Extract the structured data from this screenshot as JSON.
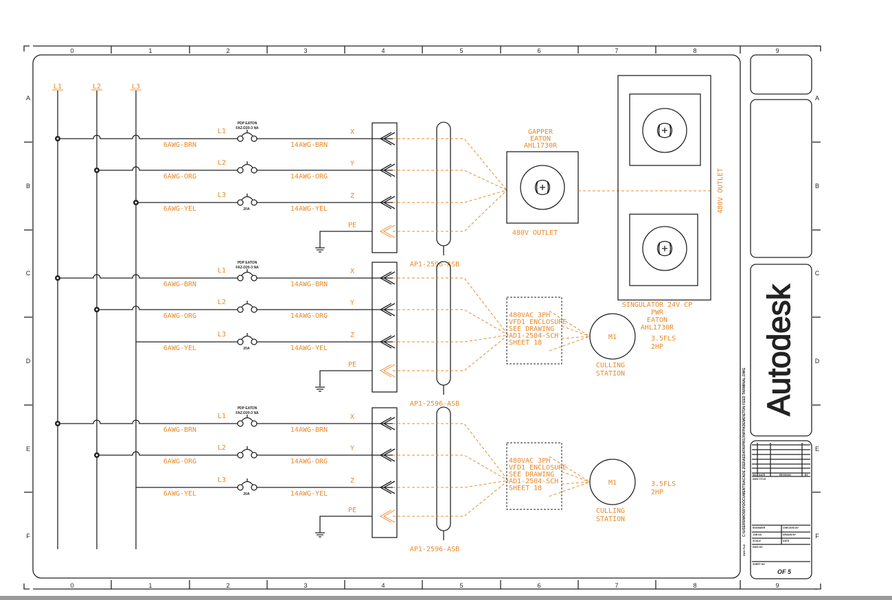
{
  "sheet": {
    "columns": [
      "0",
      "1",
      "2",
      "3",
      "4",
      "5",
      "6",
      "7",
      "8"
    ],
    "title_column": "9",
    "rows": [
      "A",
      "B",
      "C",
      "D",
      "E",
      "F"
    ]
  },
  "buses": [
    "L1",
    "L2",
    "L3"
  ],
  "groups": [
    {
      "phases": [
        {
          "label": "L1",
          "wire_in": "6AWG-BRN",
          "wire_out": "14AWG-BRN",
          "terminal": "X"
        },
        {
          "label": "L2",
          "wire_in": "6AWG-ORG",
          "wire_out": "14AWG-ORG",
          "terminal": "Y"
        },
        {
          "label": "L3",
          "wire_in": "6AWG-YEL",
          "wire_out": "14AWG-YEL",
          "terminal": "Z"
        }
      ],
      "breaker_top": [
        "PDP EATON",
        "FAZ-D20-3 NA"
      ],
      "breaker_rating": "20A",
      "pe": "PE",
      "cable": "AP1-2596-ASB"
    },
    {
      "phases": [
        {
          "label": "L1",
          "wire_in": "6AWG-BRN",
          "wire_out": "14AWG-BRN",
          "terminal": "X"
        },
        {
          "label": "L2",
          "wire_in": "6AWG-ORG",
          "wire_out": "14AWG-ORG",
          "terminal": "Y"
        },
        {
          "label": "L3",
          "wire_in": "6AWG-YEL",
          "wire_out": "14AWG-YEL",
          "terminal": "Z"
        }
      ],
      "breaker_top": [
        "PDP EATON",
        "FAZ-D20-3 NA"
      ],
      "breaker_rating": "20A",
      "pe": "PE",
      "cable": "AP1-2596-ASB"
    },
    {
      "phases": [
        {
          "label": "L1",
          "wire_in": "6AWG-BRN",
          "wire_out": "14AWG-BRN",
          "terminal": "X"
        },
        {
          "label": "L2",
          "wire_in": "6AWG-ORG",
          "wire_out": "14AWG-ORG",
          "terminal": "Y"
        },
        {
          "label": "L3",
          "wire_in": "6AWG-YEL",
          "wire_out": "14AWG-YEL",
          "terminal": "Z"
        }
      ],
      "breaker_top": [
        "PDP EATON",
        "FAZ-D20-3 NA"
      ],
      "breaker_rating": "20A",
      "pe": "PE",
      "cable": "AP1-2596-ASB"
    }
  ],
  "gapper": {
    "title": [
      "GAPPER",
      "EATON",
      "AHL1730R"
    ],
    "label": "480V OUTLET"
  },
  "singulator": {
    "side_label": "480V OUTLET",
    "title": [
      "SINGULATOR 24V CP",
      "PWR",
      "EATON",
      "AHL1730R"
    ]
  },
  "vfds": [
    {
      "lines": [
        "480VAC 3PH",
        "VFD1 ENCLOSURE",
        "SEE DRAWING",
        "AD1-2504-SCH",
        "SHEET 18"
      ],
      "motor": "M1",
      "motor_specs": [
        "3.5FLS",
        "2HP"
      ],
      "station": [
        "CULLING",
        "STATION"
      ]
    },
    {
      "lines": [
        "480VAC 3PH",
        "VFD1 ENCLOSURE",
        "SEE DRAWING",
        "AD1-2504-SCH",
        "SHEET 18"
      ],
      "motor": "M1",
      "motor_specs": [
        "3.5FLS",
        "2HP"
      ],
      "station": [
        "CULLING",
        "STATION"
      ]
    }
  ],
  "title_block": {
    "logo": "Autodesk",
    "revision_headers": [
      "NO.",
      "DATE",
      "REVISION",
      "BY"
    ],
    "dwg_title": "DWG TITLE",
    "engineer": "ENGINEER",
    "checked_by": "CHECKED BY",
    "job_no": "JOB NO",
    "drawn_by": "DRAWN BY",
    "scale": "SCALE",
    "date": "DATE",
    "dwg_no": "DWG NO",
    "sheet_no": "SHEET NO",
    "of_sheets": "OF 5",
    "file_label": "DWG FILE",
    "file_path": "C:\\USERS\\WOSBY\\DOCUMENTS\\ACADE 2022\\AEDATA\\PROJ\\NFPADEMO\\ETON FEED TARMINAL.DWG"
  },
  "colors": {
    "wire": "#222222",
    "annotation": "#e8892a"
  }
}
